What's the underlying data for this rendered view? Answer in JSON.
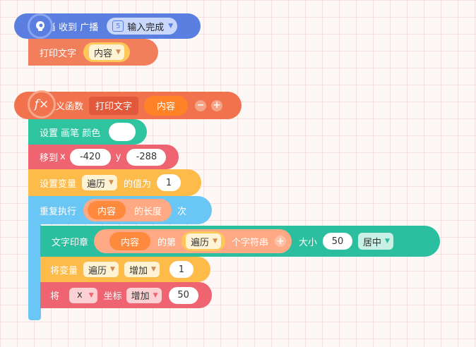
{
  "event": {
    "label": "当 收到 广播",
    "message_icon": "5",
    "message": "输入完成"
  },
  "print_block": {
    "label": "打印文字",
    "param": "内容"
  },
  "define": {
    "fx_glyph": "f×",
    "label": "定义函数",
    "name": "打印文字",
    "param": "内容",
    "minus": "−",
    "plus": "+"
  },
  "pen_color": {
    "label": "设置 画笔 颜色"
  },
  "move_to": {
    "label": "移到",
    "x_label": "x",
    "x_value": "-420",
    "y_label": "y",
    "y_value": "-288"
  },
  "set_var": {
    "label": "设置变量",
    "var": "遍历",
    "mid": "的值为",
    "value": "1"
  },
  "repeat": {
    "label": "重复执行",
    "param": "内容",
    "length_label": "的长度",
    "times": "次"
  },
  "stamp": {
    "label": "文字印章",
    "param": "内容",
    "nth": "的第",
    "var": "遍历",
    "char_label": "个字符串",
    "size_label": "大小",
    "size_value": "50",
    "align": "居中"
  },
  "inc_var": {
    "label": "将变量",
    "var": "遍历",
    "op": "增加",
    "value": "1"
  },
  "coord": {
    "label": "将",
    "axis": "x",
    "coord_label": "坐标",
    "op": "增加",
    "value": "50"
  },
  "colors": {
    "event": "#5a7fe0",
    "define": "#f0734e",
    "print": "#f27f5c",
    "pen": "#2ec4a0",
    "move": "#ee6470",
    "variable": "#fdbb4a",
    "repeat": "#6ac6f5",
    "stamp": "#2bbf9f"
  }
}
